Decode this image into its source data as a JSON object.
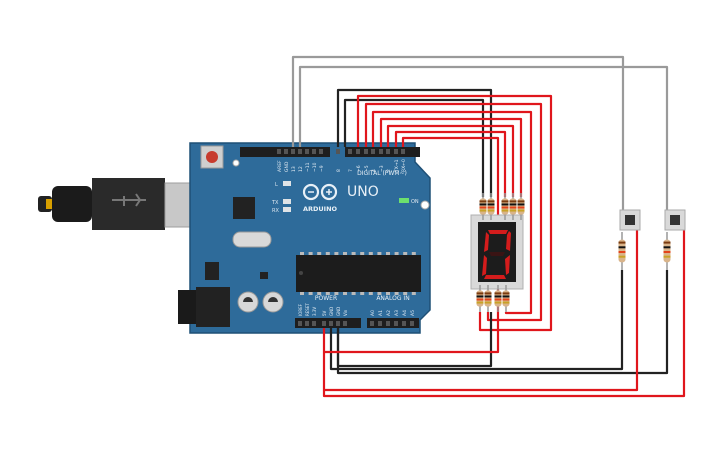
{
  "board": {
    "brand_word": "UNO",
    "brand_name": "ARDUINO",
    "digital_label": "DIGITAL (PWM~)",
    "power_label": "POWER",
    "analog_label": "ANALOG IN",
    "led_l": "L",
    "led_tx": "TX",
    "led_rx": "RX",
    "on_label": "ON",
    "top_pins": [
      "AREF",
      "GND",
      "13",
      "12",
      "~11",
      "~10",
      "~9",
      "8",
      "7",
      "~6",
      "~5",
      "4",
      "~3",
      "2",
      "TX→1",
      "RX←0"
    ],
    "power_pins": [
      "IOREF",
      "RESET",
      "3.3V",
      "5V",
      "GND",
      "GND",
      "Vin"
    ],
    "analog_pins": [
      "A0",
      "A1",
      "A2",
      "A3",
      "A4",
      "A5"
    ]
  },
  "display": {
    "digit": "0",
    "segment_color": "#d41c1c"
  },
  "colors": {
    "wire_red": "#e0161c",
    "wire_black": "#222222",
    "wire_gray": "#9a9a9a",
    "board_blue": "#2e6b9a",
    "resistor_body": "#d9b48a"
  }
}
